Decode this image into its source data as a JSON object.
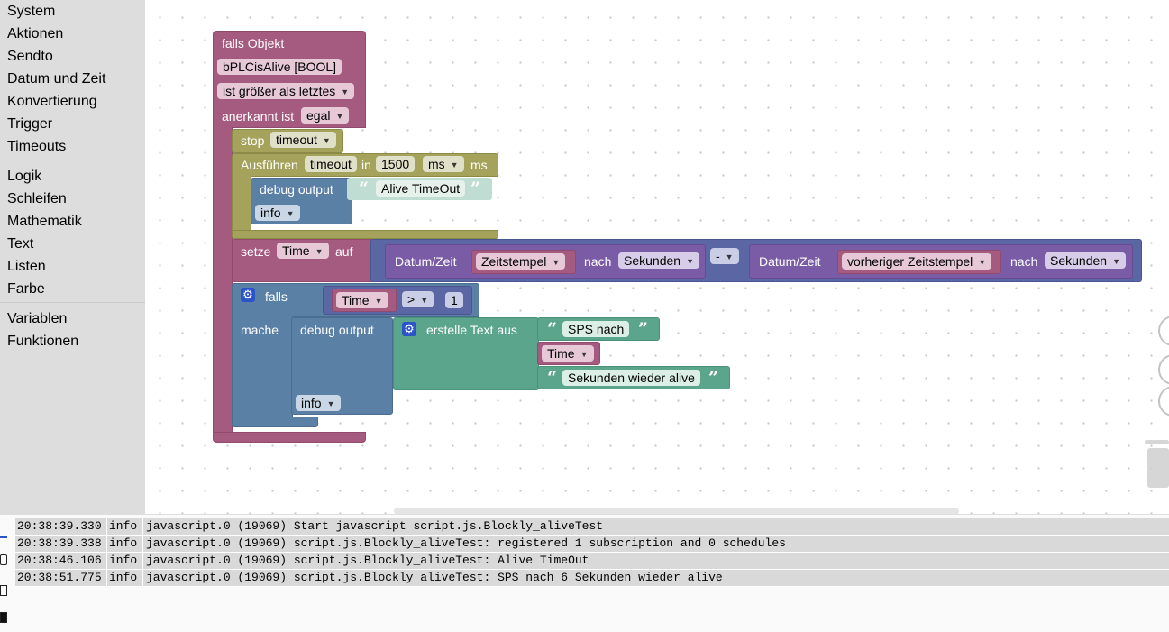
{
  "toolbox": {
    "categories": [
      "System",
      "Aktionen",
      "Sendto",
      "Datum und Zeit",
      "Konvertierung",
      "Trigger",
      "Timeouts",
      "Logik",
      "Schleifen",
      "Mathematik",
      "Text",
      "Listen",
      "Farbe",
      "Variablen",
      "Funktionen"
    ]
  },
  "blocks": {
    "trigger": {
      "title": "falls Objekt",
      "object": "bPLCisAlive [BOOL]",
      "condition": "ist größer als letztes",
      "ack_label": "anerkannt ist",
      "ack_value": "egal"
    },
    "stop": {
      "label": "stop",
      "value": "timeout"
    },
    "run": {
      "label": "Ausführen",
      "name": "timeout",
      "in": "in",
      "delay": "1500",
      "unit": "ms",
      "unit_suffix": "ms"
    },
    "debug1": {
      "label": "debug output",
      "text": "Alive TimeOut",
      "level": "info"
    },
    "set": {
      "label": "setze",
      "var": "Time",
      "to": "auf",
      "left": {
        "label": "Datum/Zeit",
        "value": "Zeitstempel",
        "after": "nach",
        "unit": "Sekunden"
      },
      "op": "-",
      "right": {
        "label": "Datum/Zeit",
        "value": "vorheriger Zeitstempel",
        "after": "nach",
        "unit": "Sekunden"
      }
    },
    "if": {
      "label": "falls",
      "var": "Time",
      "op": ">",
      "num": "1",
      "do": "mache"
    },
    "debug2": {
      "label": "debug output",
      "level": "info",
      "join": "erstelle Text aus",
      "parts": [
        "SPS nach",
        "Time",
        "Sekunden wieder alive"
      ]
    }
  },
  "log": {
    "rows": [
      {
        "time": "20:38:39.330",
        "level": "info",
        "msg": "javascript.0 (19069) Start javascript script.js.Blockly_aliveTest"
      },
      {
        "time": "20:38:39.338",
        "level": "info",
        "msg": "javascript.0 (19069) script.js.Blockly_aliveTest: registered 1 subscription and 0 schedules"
      },
      {
        "time": "20:38:46.106",
        "level": "info",
        "msg": "javascript.0 (19069) script.js.Blockly_aliveTest: Alive TimeOut"
      },
      {
        "time": "20:38:51.775",
        "level": "info",
        "msg": "javascript.0 (19069) script.js.Blockly_aliveTest: SPS nach 6 Sekunden wieder alive"
      }
    ]
  },
  "colors": {
    "trigger": "#a55b80",
    "timeout": "#a5a35b",
    "debug": "#5b80a5",
    "text": "#5ba58c",
    "datetime": "#7a5ba5",
    "math": "#5b67a5"
  }
}
